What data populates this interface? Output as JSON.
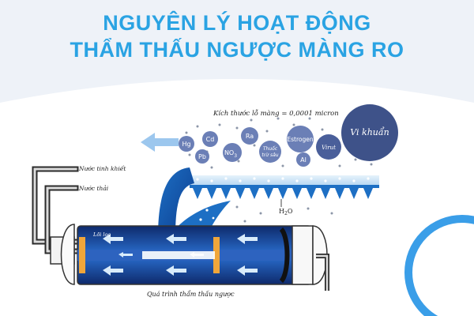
{
  "title": {
    "line1": "NGUYÊN LÝ HOẠT ĐỘNG",
    "line2": "THẨM THẤU NGƯỢC MÀNG RO"
  },
  "labels": {
    "pore_size": "Kích thước lỗ màng = 0,0001 micron",
    "pure_water": "Nước tinh khiết",
    "waste_water": "Nước thải",
    "filter_core": "Lõi lọc",
    "process": "Quá trình thẩm thấu ngược",
    "h2o": "H",
    "h2o_sub": "2",
    "h2o_end": "O"
  },
  "particles": {
    "hg": "Hg",
    "pb": "Pb",
    "cd": "Cd",
    "no3": "NO",
    "no3_sub": "3",
    "ra": "Ra",
    "pesticide_1": "Thuốc",
    "pesticide_2": "trừ sâu",
    "estrogen": "Estrogen",
    "al": "Al",
    "virus": "Virut",
    "bacteria": "Vi khuẩn"
  },
  "colors": {
    "title": "#2aa3e3",
    "membrane": "#1d6fc4",
    "particle": "#6b7fb6",
    "tube_dark": "#0e2a6b",
    "tube_mid": "#1f57b8",
    "arrow": "#9cc7ee",
    "accent_ring": "#3a9ee8"
  }
}
